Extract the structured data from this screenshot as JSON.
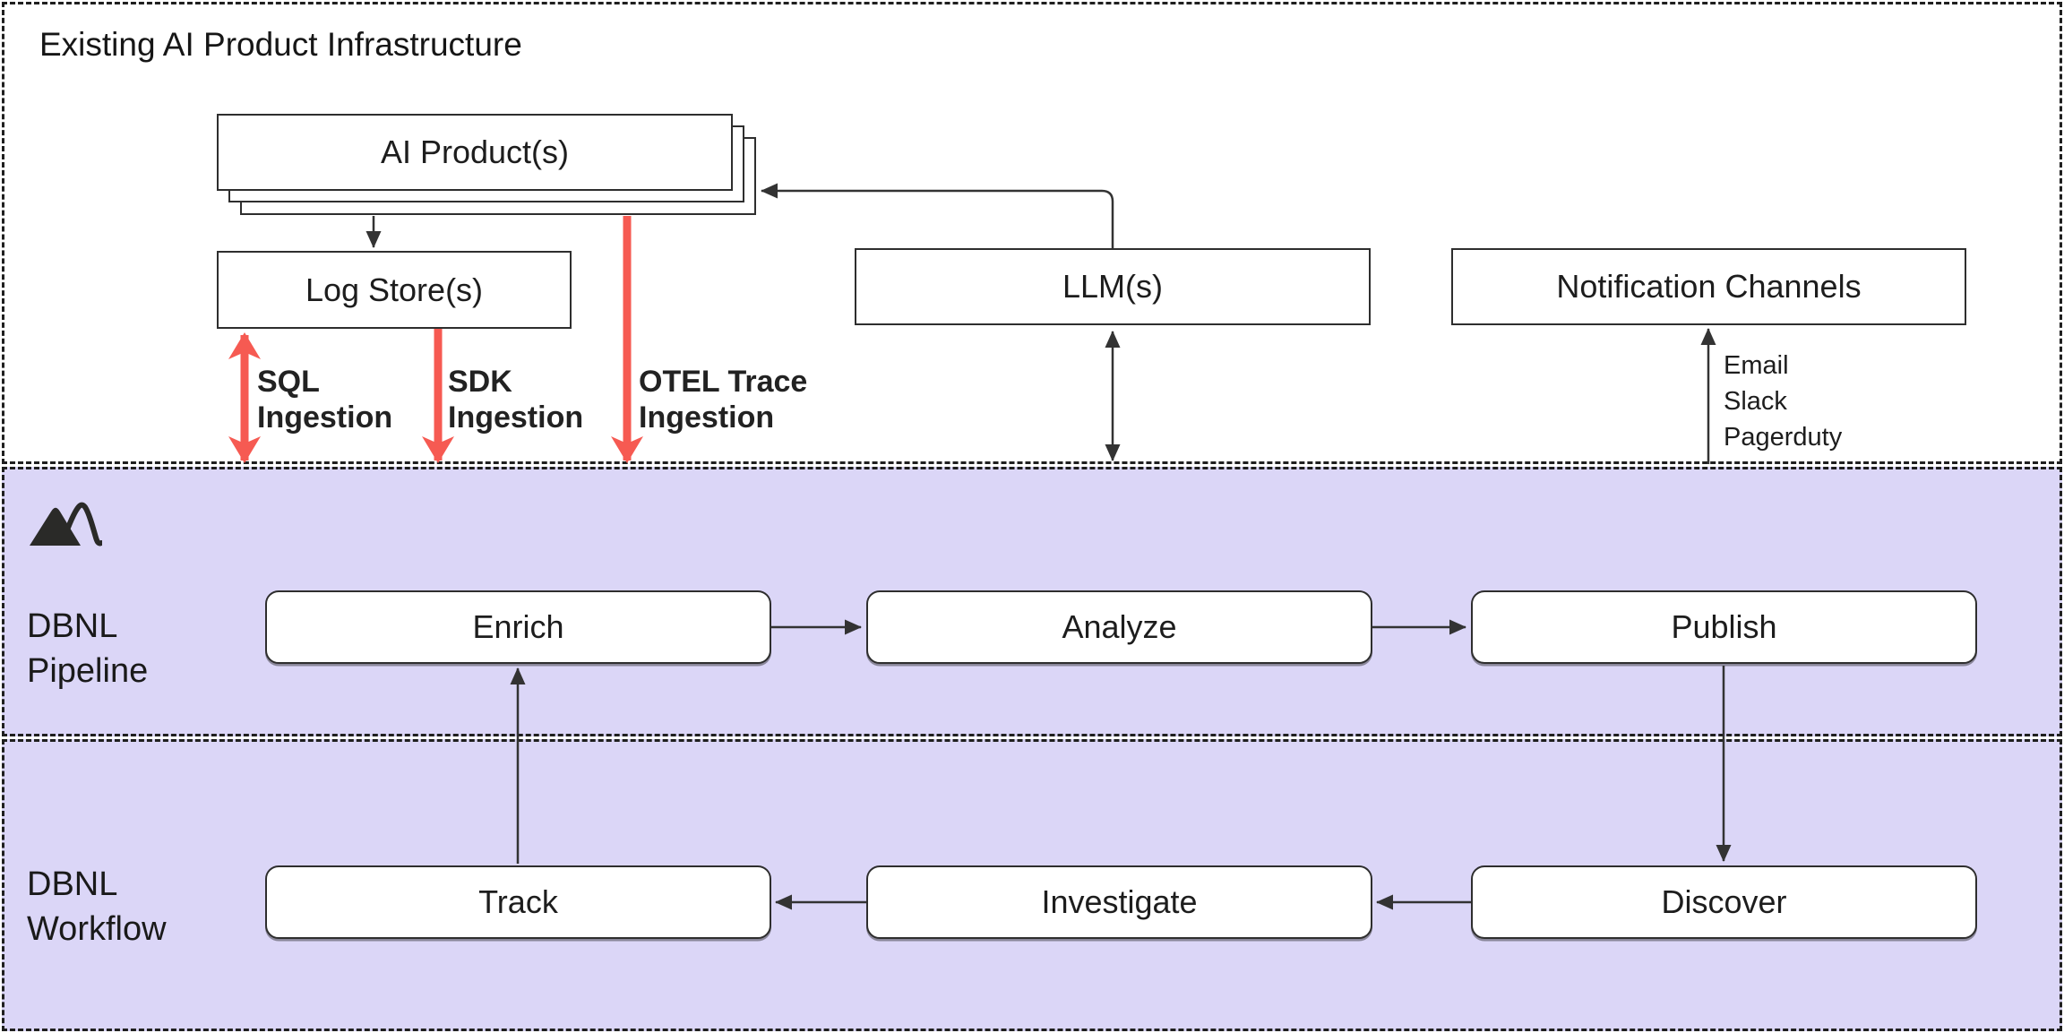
{
  "title": "Existing AI Product Infrastructure",
  "infrastructure": {
    "ai_products": "AI Product(s)",
    "log_stores": "Log Store(s)",
    "llms": "LLM(s)",
    "notification_channels": "Notification Channels",
    "ingestion": [
      {
        "l1": "SQL",
        "l2": "Ingestion"
      },
      {
        "l1": "SDK",
        "l2": "Ingestion"
      },
      {
        "l1": "OTEL Trace",
        "l2": "Ingestion"
      }
    ],
    "notification_methods": [
      "Email",
      "Slack",
      "Pagerduty"
    ]
  },
  "pipeline": {
    "name_l1": "DBNL",
    "name_l2": "Pipeline",
    "steps": [
      "Enrich",
      "Analyze",
      "Publish"
    ]
  },
  "workflow": {
    "name_l1": "DBNL",
    "name_l2": "Workflow",
    "steps": [
      "Track",
      "Investigate",
      "Discover"
    ]
  },
  "colors": {
    "accent_red": "#f65a52",
    "section_purple": "#dbd6f7",
    "line": "#333333"
  }
}
